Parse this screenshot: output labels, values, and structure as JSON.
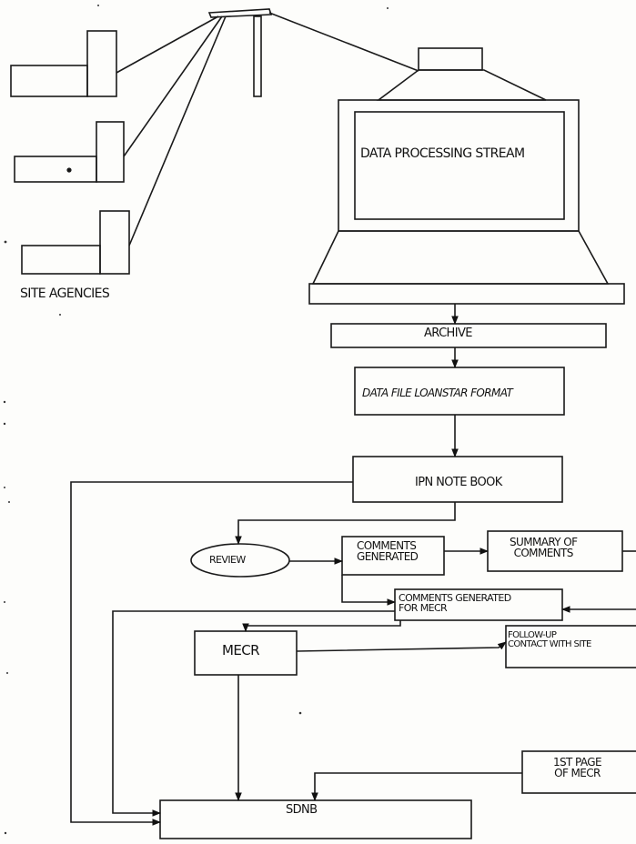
{
  "screen_label": "DATA PROCESSING STREAM",
  "site_agencies_label": "SITE AGENCIES",
  "boxes": {
    "archive": "ARCHIVE",
    "data_file": "DATA FILE LOANSTAR FORMAT",
    "ipn_notebook": "IPN NOTE BOOK",
    "review": "REVIEW",
    "comments_generated": [
      "COMMENTS",
      "GENERATED"
    ],
    "summary_of_comments": [
      "SUMMARY OF",
      "COMMENTS"
    ],
    "comments_for_mecr": [
      "COMMENTS GENERATED",
      "FOR MECR"
    ],
    "follow_up": [
      "FOLLOW-UP",
      "CONTACT WITH SITE"
    ],
    "mecr": "MECR",
    "first_page": [
      "1ST PAGE",
      "OF MECR"
    ],
    "sdnb": "SDNB"
  }
}
